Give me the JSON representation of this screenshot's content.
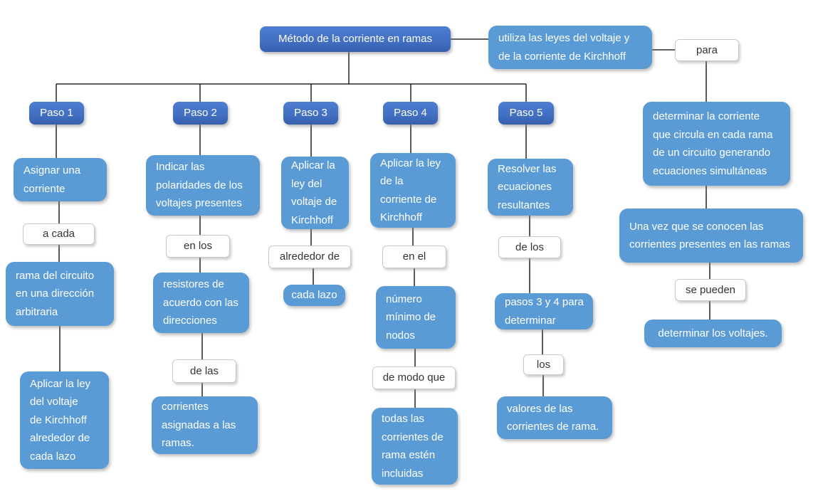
{
  "colors": {
    "dark_blue": "#4472C4",
    "light_blue": "#5B9BD5",
    "white_box_border": "#C9C9C9",
    "connector_line": "#000000",
    "background": "#FFFFFF"
  },
  "root": {
    "label": "Método de la corriente en ramas"
  },
  "uses": {
    "label": "utiliza las leyes del voltaje y\nde la corriente de Kirchhoff"
  },
  "para": {
    "label": "para"
  },
  "right_branch": {
    "purpose": "determinar la corriente\nque circula en cada rama\nde un circuito generando\necuaciones simultáneas",
    "once_known": "Una vez que se conocen las\ncorrientes presentes en las ramas",
    "se_pueden": "se pueden",
    "determine_voltages": "determinar los voltajes."
  },
  "steps": [
    {
      "title": "Paso 1",
      "nodes": [
        {
          "label": "Asignar una\ncorriente"
        },
        {
          "label": "a cada"
        },
        {
          "label": "rama del circuito\nen una dirección\narbitraria"
        },
        {
          "label": "Aplicar la ley\ndel voltaje\nde Kirchhoff\nalrededor de\ncada lazo"
        }
      ]
    },
    {
      "title": "Paso 2",
      "nodes": [
        {
          "label": "Indicar las\npolaridades de los\nvoltajes presentes"
        },
        {
          "label": "en los"
        },
        {
          "label": "resistores de\nacuerdo con las\ndirecciones"
        },
        {
          "label": "de las"
        },
        {
          "label": "corrientes\nasignadas a las\nramas."
        }
      ]
    },
    {
      "title": "Paso 3",
      "nodes": [
        {
          "label": "Aplicar la\nley del\nvoltaje de\nKirchhoff"
        },
        {
          "label": "alrededor de"
        },
        {
          "label": "cada lazo"
        }
      ]
    },
    {
      "title": "Paso 4",
      "nodes": [
        {
          "label": "Aplicar la ley\nde la\ncorriente de\nKirchhoff"
        },
        {
          "label": "en el"
        },
        {
          "label": "número\nmínimo de\nnodos"
        },
        {
          "label": "de modo que"
        },
        {
          "label": "todas las\ncorrientes de\nrama estén\nincluidas"
        }
      ]
    },
    {
      "title": "Paso 5",
      "nodes": [
        {
          "label": "Resolver las\necuaciones\nresultantes"
        },
        {
          "label": "de los"
        },
        {
          "label": "pasos 3 y 4 para\ndeterminar"
        },
        {
          "label": "los"
        },
        {
          "label": "valores de las\ncorrientes de rama."
        }
      ]
    }
  ]
}
